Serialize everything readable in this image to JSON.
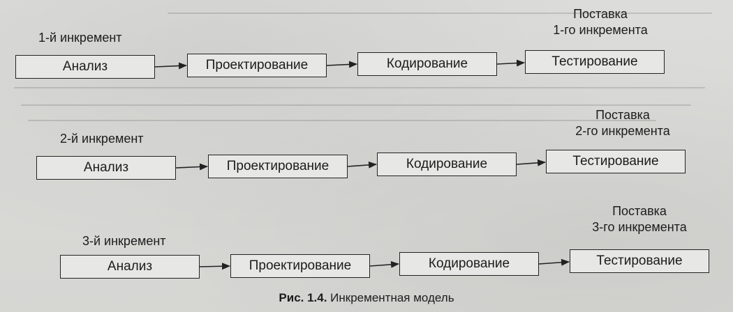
{
  "increments": [
    {
      "label": "1-й инкремент",
      "delivery": [
        "Поставка",
        "1-го инкремента"
      ],
      "stages": [
        "Анализ",
        "Проектирование",
        "Кодирование",
        "Тестирование"
      ]
    },
    {
      "label": "2-й инкремент",
      "delivery": [
        "Поставка",
        "2-го инкремента"
      ],
      "stages": [
        "Анализ",
        "Проектирование",
        "Кодирование",
        "Тестирование"
      ]
    },
    {
      "label": "3-й инкремент",
      "delivery": [
        "Поставка",
        "3-го инкремента"
      ],
      "stages": [
        "Анализ",
        "Проектирование",
        "Кодирование",
        "Тестирование"
      ]
    }
  ],
  "caption": {
    "prefix": "Рис. 1.4.",
    "text": " Инкрементная модель"
  }
}
